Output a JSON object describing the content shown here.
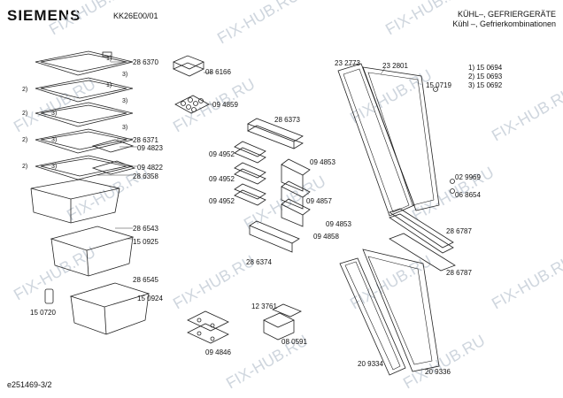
{
  "header": {
    "brand": "SIEMENS",
    "model": "KK26E00/01",
    "title_line1": "KÜHL–, GEFRIERGERÄTE",
    "title_line2": "Kühl –, Gefrierkombinationen"
  },
  "legend": [
    "1) 15 0694",
    "2) 15 0693",
    "3) 15 0692"
  ],
  "watermark": "FIX-HUB.RU",
  "doc_id": "e251469-3/2",
  "callouts": {
    "shelf_top": "28 6370",
    "shelf_mid": "28 6371",
    "shelf_bottom": "28 6358",
    "glass_small": "09 4823",
    "glass_low": "09 4822",
    "egg_box": "08 6166",
    "egg_tray": "09 4859",
    "drawer_upper": "28 6543",
    "drawer_upper_clip": "15 0925",
    "drawer_lower": "28 6545",
    "drawer_lower_clip": "15 0924",
    "drawer_gasket": "15 0720",
    "door_rack_top": "28 6373",
    "door_rack_a": "09 4952",
    "door_rack_b": "09 4952",
    "door_rack_c": "09 4952",
    "side_rack_a": "09 4853",
    "side_rack_b": "09 4857",
    "side_rack_c": "09 4853",
    "side_rack_d": "09 4858",
    "door_rack_bottom": "28 6374",
    "ice_tray": "12 3761",
    "ice_box": "08 0591",
    "freezer_grid": "09 4846",
    "door_gasket": "23 2773",
    "door_outer": "23 2801",
    "hinge_pin": "15 0719",
    "screw": "02 9969",
    "bushing": "06 8654",
    "hinge_bar": "28 6787",
    "cover_strip": "28 6787",
    "freezer_gasket": "20 9334",
    "freezer_door": "20 9336"
  }
}
